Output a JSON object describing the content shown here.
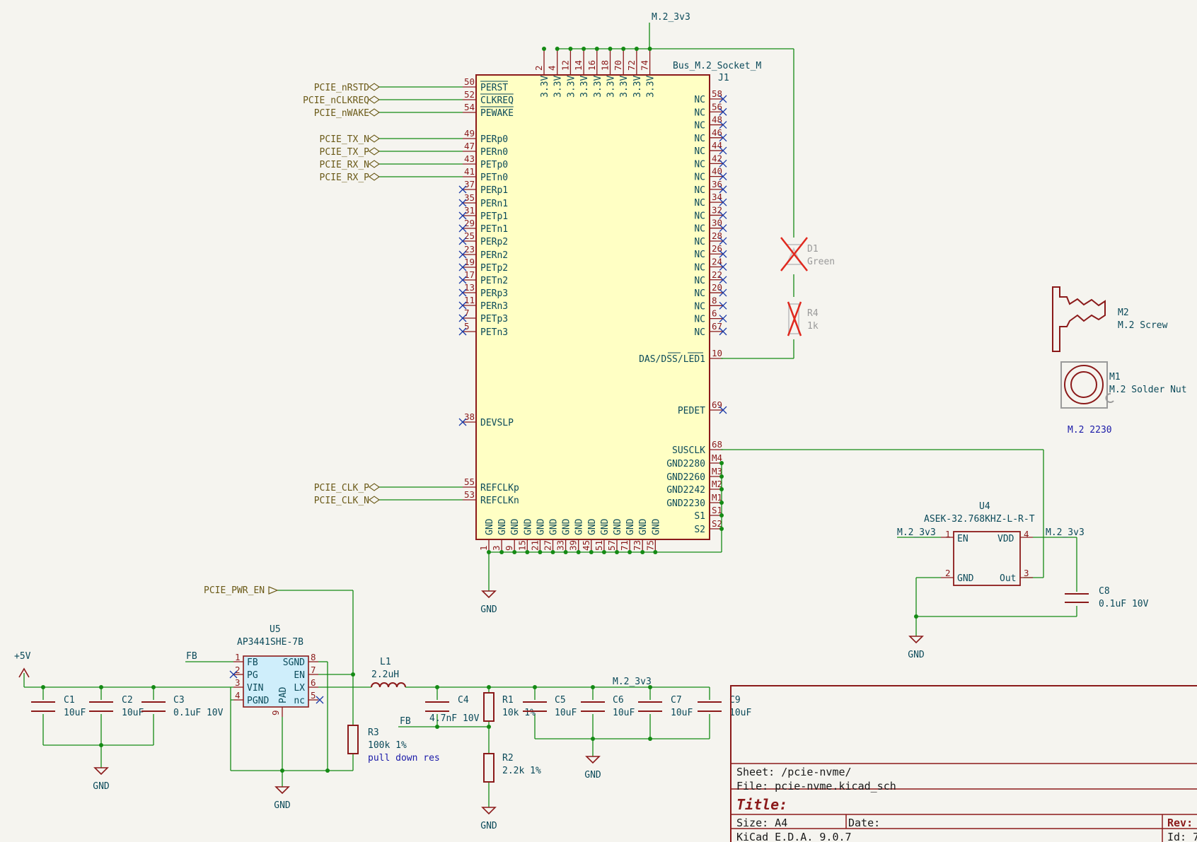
{
  "colors": {
    "wire": "#148a14",
    "symbol": "#8b1a1a",
    "body": "#ffffc4",
    "label": "#6b5a18",
    "text": "#0b4a5a",
    "nc": "#1a3aa8",
    "dnp": "#e0281e"
  },
  "j1": {
    "ref": "J1",
    "name": "Bus_M.2_Socket_M",
    "top_pins": [
      {
        "n": "2",
        "l": "3.3V"
      },
      {
        "n": "4",
        "l": "3.3V"
      },
      {
        "n": "12",
        "l": "3.3V"
      },
      {
        "n": "14",
        "l": "3.3V"
      },
      {
        "n": "16",
        "l": "3.3V"
      },
      {
        "n": "18",
        "l": "3.3V"
      },
      {
        "n": "70",
        "l": "3.3V"
      },
      {
        "n": "72",
        "l": "3.3V"
      },
      {
        "n": "74",
        "l": "3.3V"
      }
    ],
    "left_pins": [
      {
        "n": "50",
        "l": "PERST",
        "bar": true,
        "net": "PCIE_nRSTD"
      },
      {
        "n": "52",
        "l": "CLKREQ",
        "bar": true,
        "net": "PCIE_nCLKREQ"
      },
      {
        "n": "54",
        "l": "PEWAKE",
        "bar": true,
        "net": "PCIE_nWAKE"
      },
      {
        "n": "49",
        "l": "PERp0",
        "net": "PCIE_TX_N"
      },
      {
        "n": "47",
        "l": "PERn0",
        "net": "PCIE_TX_P"
      },
      {
        "n": "43",
        "l": "PETp0",
        "net": "PCIE_RX_N"
      },
      {
        "n": "41",
        "l": "PETn0",
        "net": "PCIE_RX_P"
      },
      {
        "n": "37",
        "l": "PERp1"
      },
      {
        "n": "35",
        "l": "PERn1"
      },
      {
        "n": "31",
        "l": "PETp1"
      },
      {
        "n": "29",
        "l": "PETn1"
      },
      {
        "n": "25",
        "l": "PERp2"
      },
      {
        "n": "23",
        "l": "PERn2"
      },
      {
        "n": "19",
        "l": "PETp2"
      },
      {
        "n": "17",
        "l": "PETn2"
      },
      {
        "n": "13",
        "l": "PERp3"
      },
      {
        "n": "11",
        "l": "PERn3"
      },
      {
        "n": "7",
        "l": "PETp3"
      },
      {
        "n": "5",
        "l": "PETn3"
      },
      {
        "n": "38",
        "l": "DEVSLP"
      },
      {
        "n": "55",
        "l": "REFCLKp",
        "net": "PCIE_CLK_P"
      },
      {
        "n": "53",
        "l": "REFCLKn",
        "net": "PCIE_CLK_N"
      }
    ],
    "right_pins": [
      {
        "n": "58",
        "l": "NC"
      },
      {
        "n": "56",
        "l": "NC"
      },
      {
        "n": "48",
        "l": "NC"
      },
      {
        "n": "46",
        "l": "NC"
      },
      {
        "n": "44",
        "l": "NC"
      },
      {
        "n": "42",
        "l": "NC"
      },
      {
        "n": "40",
        "l": "NC"
      },
      {
        "n": "36",
        "l": "NC"
      },
      {
        "n": "34",
        "l": "NC"
      },
      {
        "n": "32",
        "l": "NC"
      },
      {
        "n": "30",
        "l": "NC"
      },
      {
        "n": "28",
        "l": "NC"
      },
      {
        "n": "26",
        "l": "NC"
      },
      {
        "n": "24",
        "l": "NC"
      },
      {
        "n": "22",
        "l": "NC"
      },
      {
        "n": "20",
        "l": "NC"
      },
      {
        "n": "8",
        "l": "NC"
      },
      {
        "n": "6",
        "l": "NC"
      },
      {
        "n": "67",
        "l": "NC"
      },
      {
        "n": "10",
        "l": "DAS/DSS/LED1"
      },
      {
        "n": "69",
        "l": "PEDET"
      },
      {
        "n": "68",
        "l": "SUSCLK"
      },
      {
        "n": "M4",
        "l": "GND2280"
      },
      {
        "n": "M3",
        "l": "GND2260"
      },
      {
        "n": "M2",
        "l": "GND2242"
      },
      {
        "n": "M1",
        "l": "GND2230"
      },
      {
        "n": "S1",
        "l": "S1"
      },
      {
        "n": "S2",
        "l": "S2"
      }
    ],
    "bottom_pins": [
      {
        "n": "1",
        "l": "GND"
      },
      {
        "n": "3",
        "l": "GND"
      },
      {
        "n": "9",
        "l": "GND"
      },
      {
        "n": "15",
        "l": "GND"
      },
      {
        "n": "21",
        "l": "GND"
      },
      {
        "n": "27",
        "l": "GND"
      },
      {
        "n": "33",
        "l": "GND"
      },
      {
        "n": "39",
        "l": "GND"
      },
      {
        "n": "45",
        "l": "GND"
      },
      {
        "n": "51",
        "l": "GND"
      },
      {
        "n": "57",
        "l": "GND"
      },
      {
        "n": "71",
        "l": "GND"
      },
      {
        "n": "73",
        "l": "GND"
      },
      {
        "n": "75",
        "l": "GND"
      }
    ]
  },
  "nets": {
    "m2_3v3": "M.2_3v3",
    "gnd": "GND",
    "p5v": "+5V",
    "fb": "FB",
    "pwr_en": "PCIE_PWR_EN"
  },
  "d1": {
    "ref": "D1",
    "value": "Green"
  },
  "r4": {
    "ref": "R4",
    "value": "1k"
  },
  "m2": {
    "ref": "M2",
    "value": "M.2 Screw"
  },
  "m1": {
    "ref": "M1",
    "value": "M.2 Solder Nut"
  },
  "m2_size": "M.2 2230",
  "u4": {
    "ref": "U4",
    "value": "ASEK-32.768KHZ-L-R-T",
    "pins": {
      "en": "EN",
      "vdd": "VDD",
      "gnd": "GND",
      "out": "Out",
      "n1": "1",
      "n2": "2",
      "n3": "3",
      "n4": "4"
    }
  },
  "c8": {
    "ref": "C8",
    "value": "0.1uF 10V"
  },
  "u5": {
    "ref": "U5",
    "value": "AP3441SHE-7B",
    "pins": [
      {
        "n": "1",
        "l": "FB"
      },
      {
        "n": "2",
        "l": "PG"
      },
      {
        "n": "3",
        "l": "VIN"
      },
      {
        "n": "4",
        "l": "PGND"
      },
      {
        "n": "8",
        "l": "SGND"
      },
      {
        "n": "7",
        "l": "EN"
      },
      {
        "n": "6",
        "l": "LX"
      },
      {
        "n": "5",
        "l": "nc"
      },
      {
        "n": "9",
        "l": "PAD"
      }
    ]
  },
  "c1": {
    "ref": "C1",
    "value": "10uF"
  },
  "c2": {
    "ref": "C2",
    "value": "10uF"
  },
  "c3": {
    "ref": "C3",
    "value": "0.1uF 10V"
  },
  "l1": {
    "ref": "L1",
    "value": "2.2uH"
  },
  "c4": {
    "ref": "C4",
    "value": "4.7nF 10V"
  },
  "r1": {
    "ref": "R1",
    "value": "10k 1%"
  },
  "r2": {
    "ref": "R2",
    "value": "2.2k 1%"
  },
  "r3": {
    "ref": "R3",
    "value": "100k 1%",
    "note": "pull down res"
  },
  "c5": {
    "ref": "C5",
    "value": "10uF"
  },
  "c6": {
    "ref": "C6",
    "value": "10uF"
  },
  "c7": {
    "ref": "C7",
    "value": "10uF"
  },
  "c9": {
    "ref": "C9",
    "value": "10uF"
  },
  "title_block": {
    "sheet": "Sheet: /pcie-nvme/",
    "file": "File: pcie-nvme.kicad_sch",
    "title_label": "Title:",
    "size": "Size: A4",
    "date": "Date:",
    "rev": "Rev:",
    "kicad": "KiCad E.D.A. 9.0.7",
    "id": "Id: 7"
  }
}
